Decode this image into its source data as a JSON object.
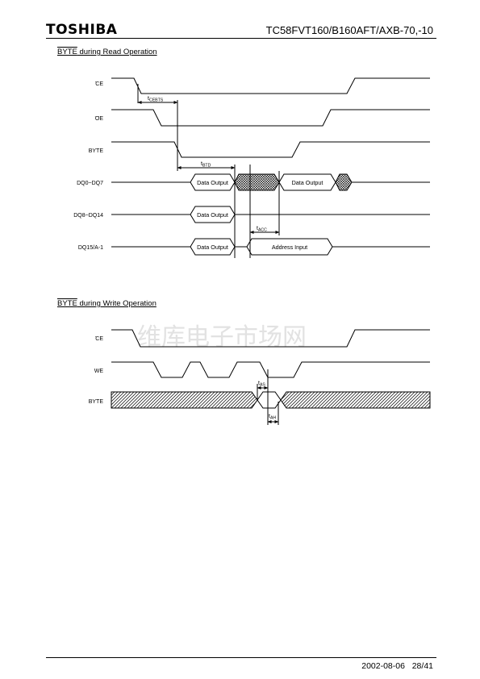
{
  "header": {
    "logo": "TOSHIBA",
    "part_number": "TC58FVT160/B160AFT/AXB-70,-10"
  },
  "read_section": {
    "title_signal": "BYTE",
    "title_rest": " during Read Operation",
    "signals": {
      "ce": "CE",
      "oe": "OE",
      "byte": "BYTE",
      "dq0_7": "DQ0~DQ7",
      "dq8_14": "DQ8~DQ14",
      "dq15": "DQ15/A-1"
    },
    "boxes": {
      "data_output": "Data Output",
      "address_input": "Address Input"
    },
    "params": {
      "tcebts_main": "t",
      "tcebts_sub": "CEBTS",
      "tbtd_main": "t",
      "tbtd_sub": "BTD",
      "tacc_main": "t",
      "tacc_sub": "ACC"
    }
  },
  "write_section": {
    "title_signal": "BYTE",
    "title_rest": " during Write Operation",
    "signals": {
      "ce": "CE",
      "we": "WE",
      "byte": "BYTE"
    },
    "params": {
      "tas_main": "t",
      "tas_sub": "AS",
      "tah_main": "t",
      "tah_sub": "AH"
    }
  },
  "watermark": "维库电子市场网",
  "footer": {
    "date": "2002-08-06",
    "page": "28/41"
  }
}
